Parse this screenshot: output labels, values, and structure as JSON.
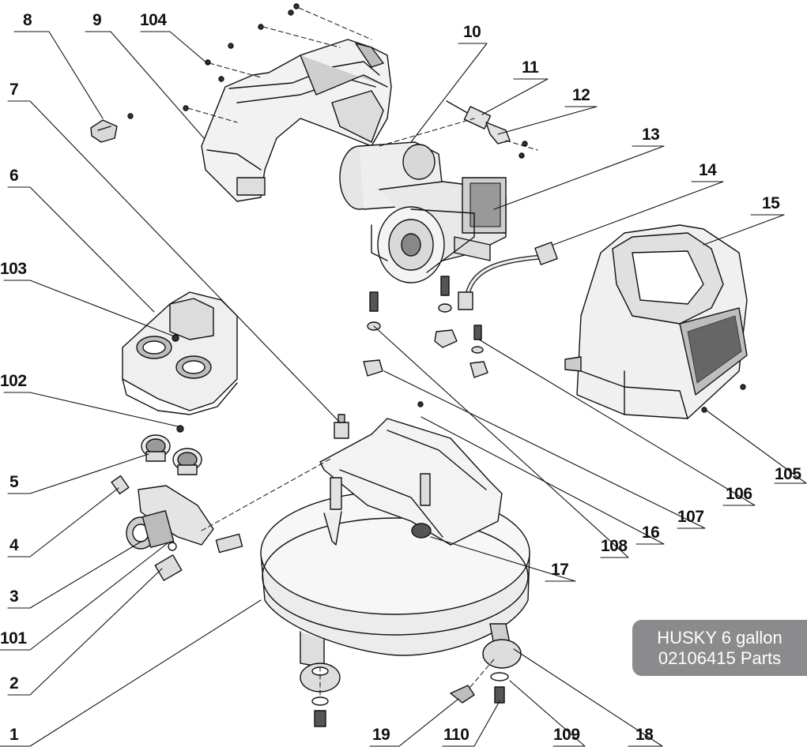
{
  "badge": {
    "line1": "HUSKY 6 gallon",
    "line2": "02106415 Parts"
  },
  "callouts": [
    {
      "id": "c8",
      "label": "8"
    },
    {
      "id": "c9",
      "label": "9"
    },
    {
      "id": "c104",
      "label": "104"
    },
    {
      "id": "c10",
      "label": "10"
    },
    {
      "id": "c11",
      "label": "11"
    },
    {
      "id": "c12",
      "label": "12"
    },
    {
      "id": "c13",
      "label": "13"
    },
    {
      "id": "c14",
      "label": "14"
    },
    {
      "id": "c15",
      "label": "15"
    },
    {
      "id": "c7",
      "label": "7"
    },
    {
      "id": "c6",
      "label": "6"
    },
    {
      "id": "c103",
      "label": "103"
    },
    {
      "id": "c102",
      "label": "102"
    },
    {
      "id": "c5",
      "label": "5"
    },
    {
      "id": "c4",
      "label": "4"
    },
    {
      "id": "c3",
      "label": "3"
    },
    {
      "id": "c101",
      "label": "101"
    },
    {
      "id": "c2",
      "label": "2"
    },
    {
      "id": "c1",
      "label": "1"
    },
    {
      "id": "c19",
      "label": "19"
    },
    {
      "id": "c110",
      "label": "110"
    },
    {
      "id": "c109",
      "label": "109"
    },
    {
      "id": "c18",
      "label": "18"
    },
    {
      "id": "c17",
      "label": "17"
    },
    {
      "id": "c108",
      "label": "108"
    },
    {
      "id": "c16",
      "label": "16"
    },
    {
      "id": "c107",
      "label": "107"
    },
    {
      "id": "c106",
      "label": "106"
    },
    {
      "id": "c105",
      "label": "105"
    }
  ]
}
